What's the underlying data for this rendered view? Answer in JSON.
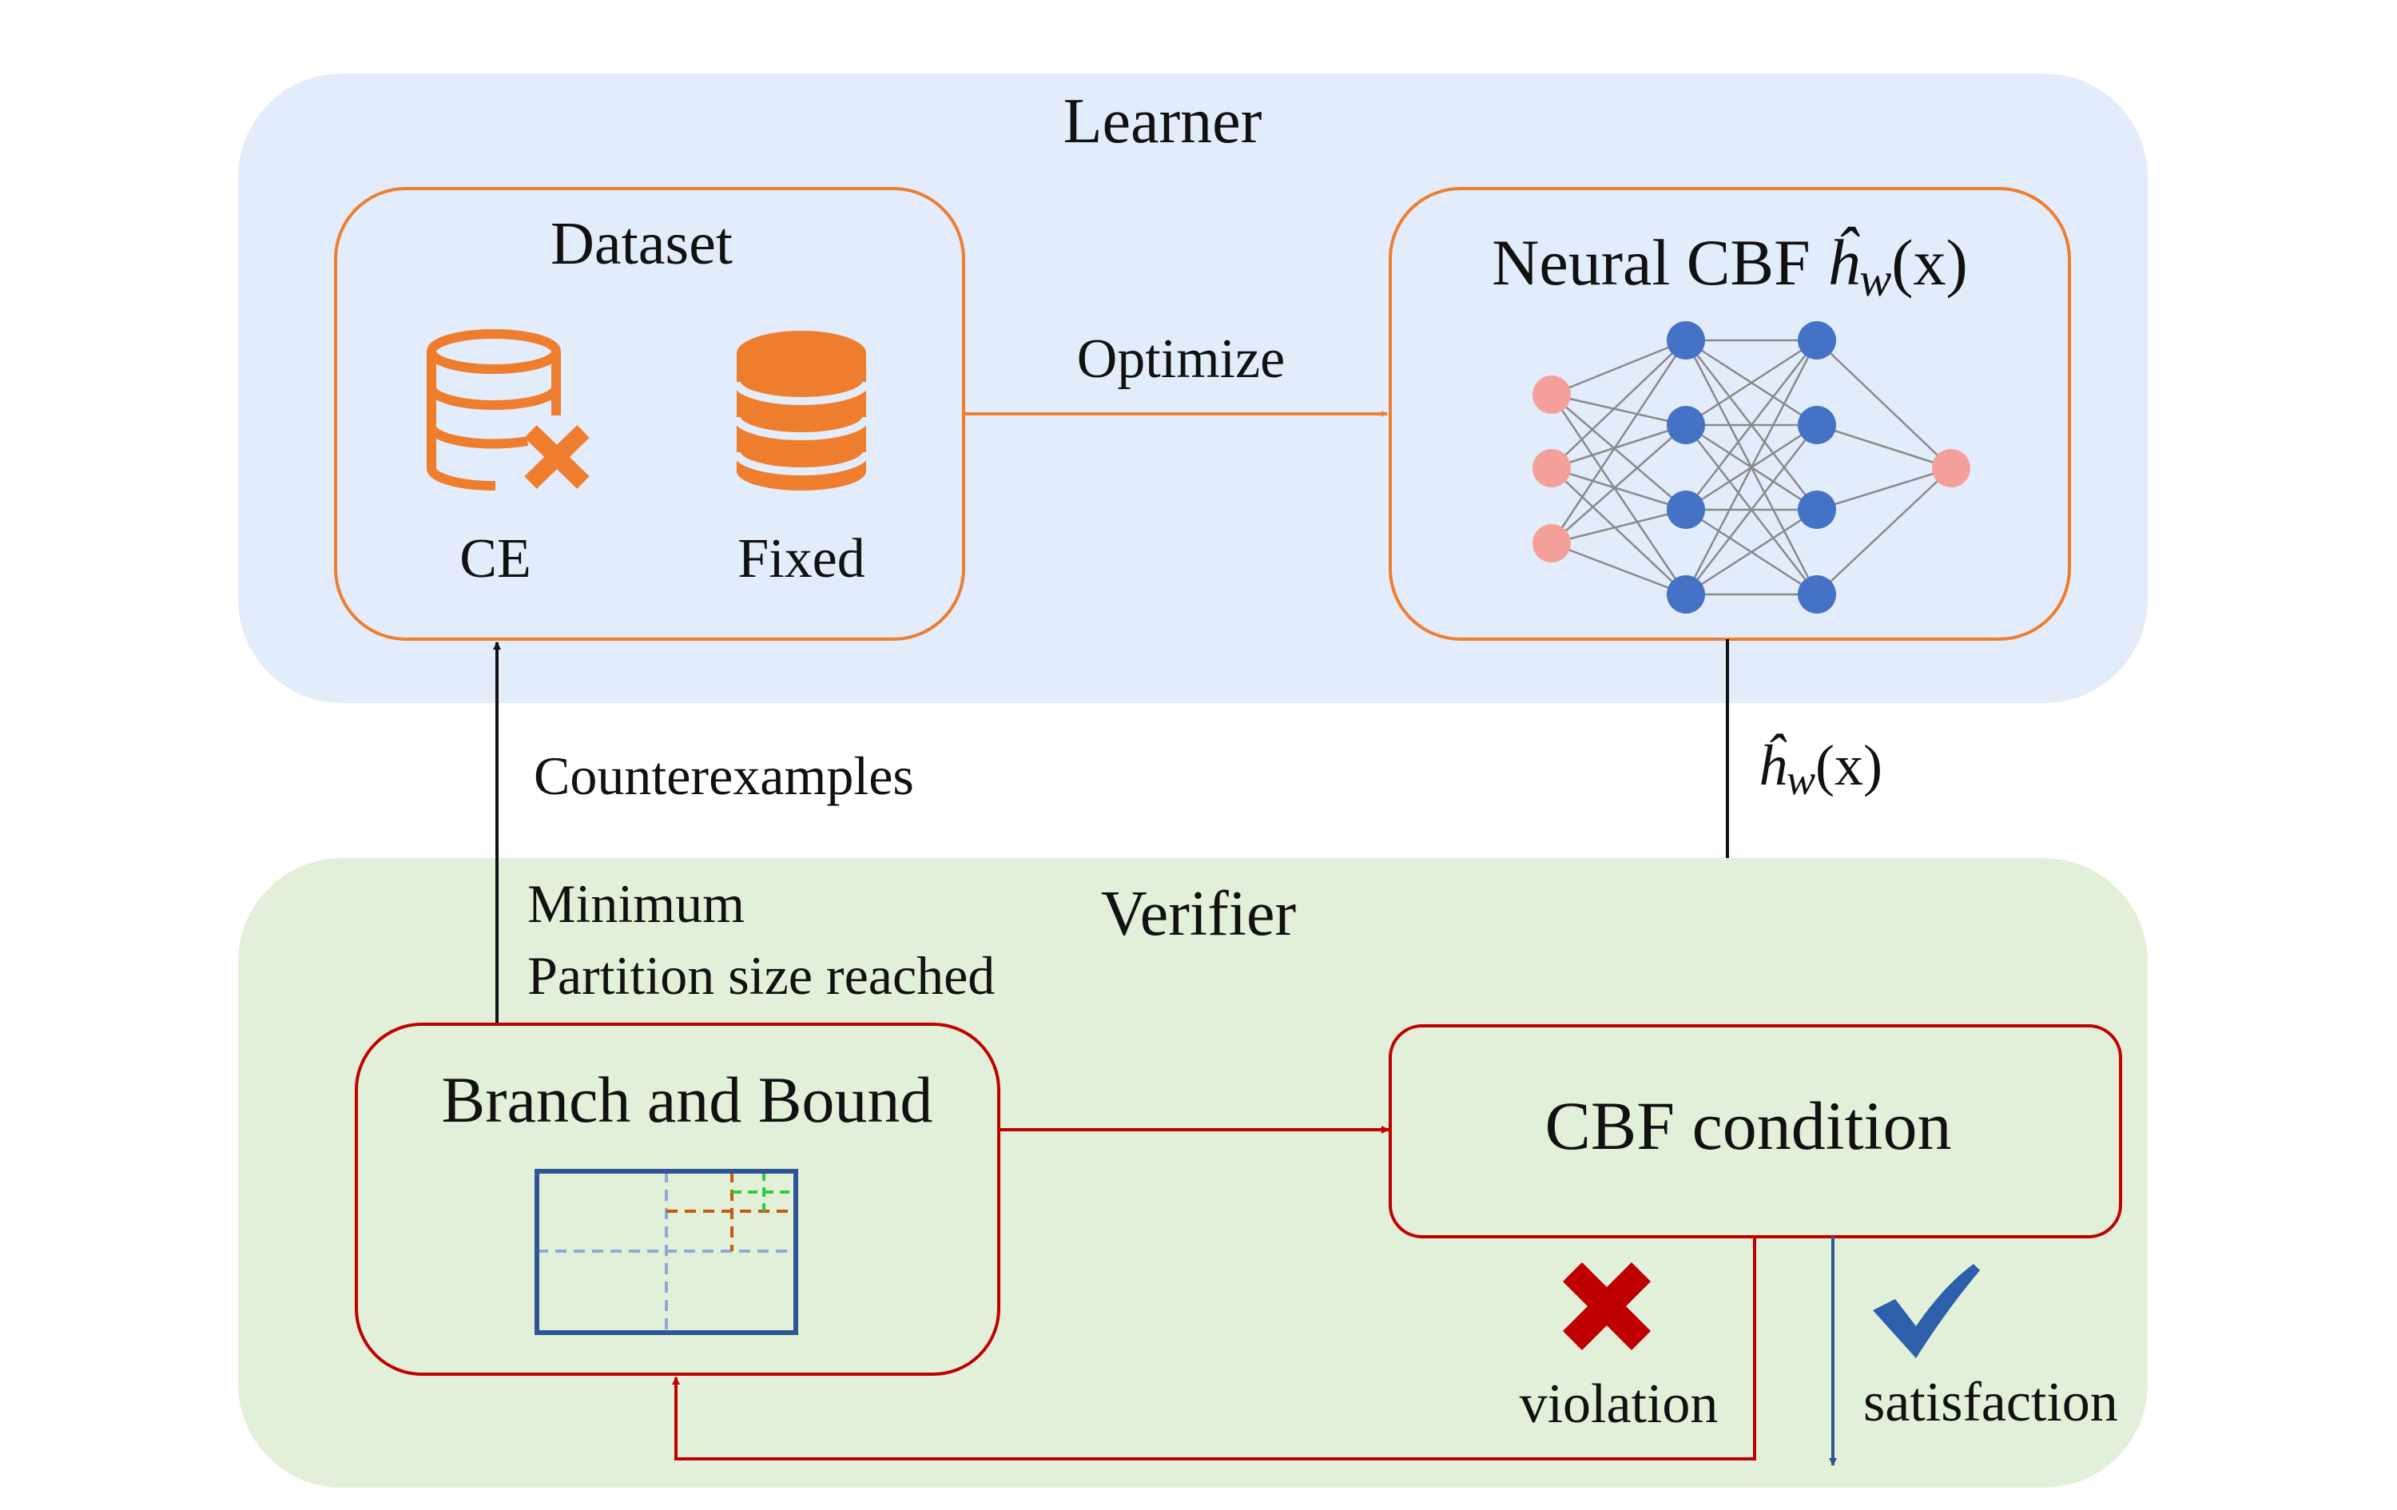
{
  "colors": {
    "learner_bg": "#e3ecfb",
    "verifier_bg": "#e2efd9",
    "orange": "#ef7d2e",
    "red": "#c00000",
    "blue_node": "#4472c4",
    "pink_node": "#f4a09a",
    "dark_blue": "#2f5597",
    "check_blue": "#2e5faa",
    "black": "#111111"
  },
  "learner": {
    "title": "Learner",
    "dataset": {
      "title": "Dataset",
      "ce_label": "CE",
      "fixed_label": "Fixed"
    },
    "neural_cbf": {
      "title_prefix": "Neural CBF ",
      "h_symbol": "ĥ",
      "subscript": "w",
      "arg": "(x)"
    },
    "optimize_label": "Optimize"
  },
  "edges": {
    "counterexamples_label": "Counterexamples",
    "h_label": {
      "h_symbol": "ĥ",
      "subscript": "w",
      "arg": "(x)"
    }
  },
  "verifier": {
    "title": "Verifier",
    "minimum_line1": "Minimum",
    "minimum_line2": "Partition size reached",
    "bab_title": "Branch and Bound",
    "cbf_condition": "CBF condition",
    "violation_label": "violation",
    "satisfaction_label": "satisfaction"
  },
  "icons": {
    "ce_database": "database-with-x-icon",
    "fixed_database": "database-icon",
    "network": "neural-network-icon",
    "partition": "partition-grid-icon",
    "violation": "red-x-icon",
    "satisfaction": "checkmark-icon"
  }
}
